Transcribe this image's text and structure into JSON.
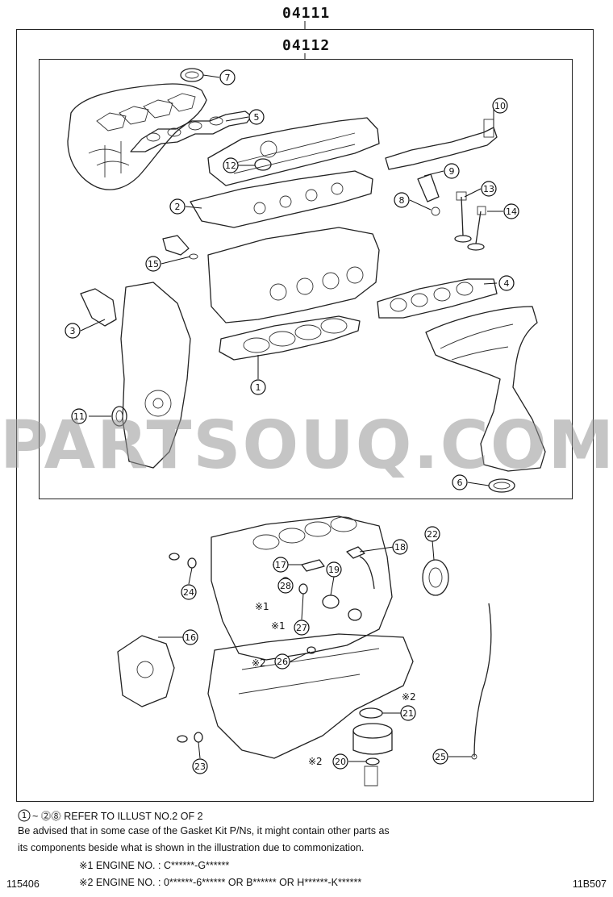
{
  "header": {
    "kit_number": "04111",
    "sub_kit_number": "04112"
  },
  "watermark": "PARTSOUQ.COM",
  "callouts": [
    "1",
    "2",
    "3",
    "4",
    "5",
    "6",
    "7",
    "8",
    "9",
    "10",
    "11",
    "12",
    "13",
    "14",
    "15",
    "16",
    "17",
    "18",
    "19",
    "20",
    "21",
    "22",
    "23",
    "24",
    "25",
    "26",
    "27",
    "28"
  ],
  "engine_marks": {
    "mark1": "※1",
    "mark2": "※2"
  },
  "notes": {
    "refer_range_start": "1",
    "refer_range_end": "28",
    "refer_text": "~ ⓶⓼ REFER TO ILLUST NO.2 OF 2",
    "advisory_line1": "Be advised that in some case of the Gasket Kit P/Ns,  it might contain other parts as",
    "advisory_line2": "its components beside what is shown in the illustration due to commonization.",
    "engine1": "※1 ENGINE NO. : C******-G******",
    "engine2": "※2 ENGINE NO. : 0******-6****** OR B****** OR H******-K******"
  },
  "footer": {
    "left_code": "115406",
    "right_code": "11B507"
  }
}
